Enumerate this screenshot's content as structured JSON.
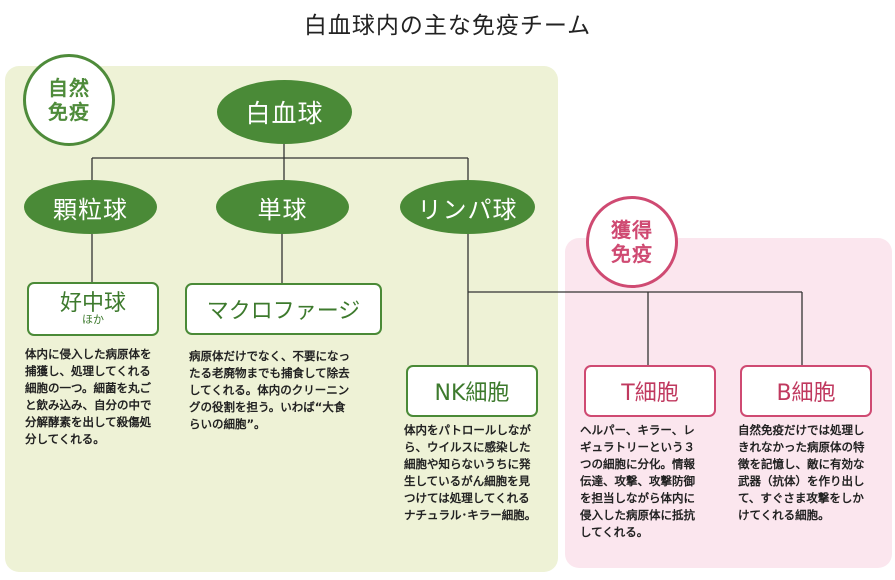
{
  "title": "白血球内の主な免疫チーム",
  "innate": {
    "line1": "自然",
    "line2": "免疫"
  },
  "acquired": {
    "line1": "獲得",
    "line2": "免疫"
  },
  "nodes": {
    "wbc": "白血球",
    "granulocyte": "顆粒球",
    "monocyte": "単球",
    "lymphocyte": "リンパ球",
    "neutrophil_main": "好中球",
    "neutrophil_sub": "ほか",
    "macrophage": "マクロファージ",
    "nk": "NK細胞",
    "t": "T細胞",
    "b": "B細胞"
  },
  "descriptions": {
    "neutrophil": [
      "体内に侵入した病原体を",
      "捕獲し、処理してくれる",
      "細胞の一つ。細菌を丸ご",
      "と飲み込み、自分の中で",
      "分解酵素を出して殺傷処",
      "分してくれる。"
    ],
    "macrophage": [
      "病原体だけでなく、不要になっ",
      "たる老廃物までも捕食して除去",
      "してくれる。体内のクリーニン",
      "グの役割を担う。いわば“大食",
      "らいの細胞”。"
    ],
    "nk": [
      "体内をパトロールしなが",
      "ら、ウイルスに感染した",
      "細胞や知らないうちに発",
      "生しているがん細胞を見",
      "つけては処理してくれる",
      "ナチュラル･キラー細胞。"
    ],
    "t": [
      "ヘルパー、キラー、レ",
      "ギュラトリーという３",
      "つの細胞に分化。情報",
      "伝達、攻撃、攻撃防御",
      "を担当しながら体内に",
      "侵入した病原体に抵抗",
      "してくれる。"
    ],
    "b": [
      "自然免疫だけでは処理し",
      "きれなかった病原体の特",
      "徴を記憶し、敵に有効な",
      "武器（抗体）を作り出し",
      "て、すぐさま攻撃をしか",
      "けてくれる細胞。"
    ]
  },
  "colors": {
    "innate_bg": "#eef2d6",
    "acquired_bg": "#fbe6ee",
    "green": "#4a8a37",
    "pink": "#cf4a72"
  }
}
